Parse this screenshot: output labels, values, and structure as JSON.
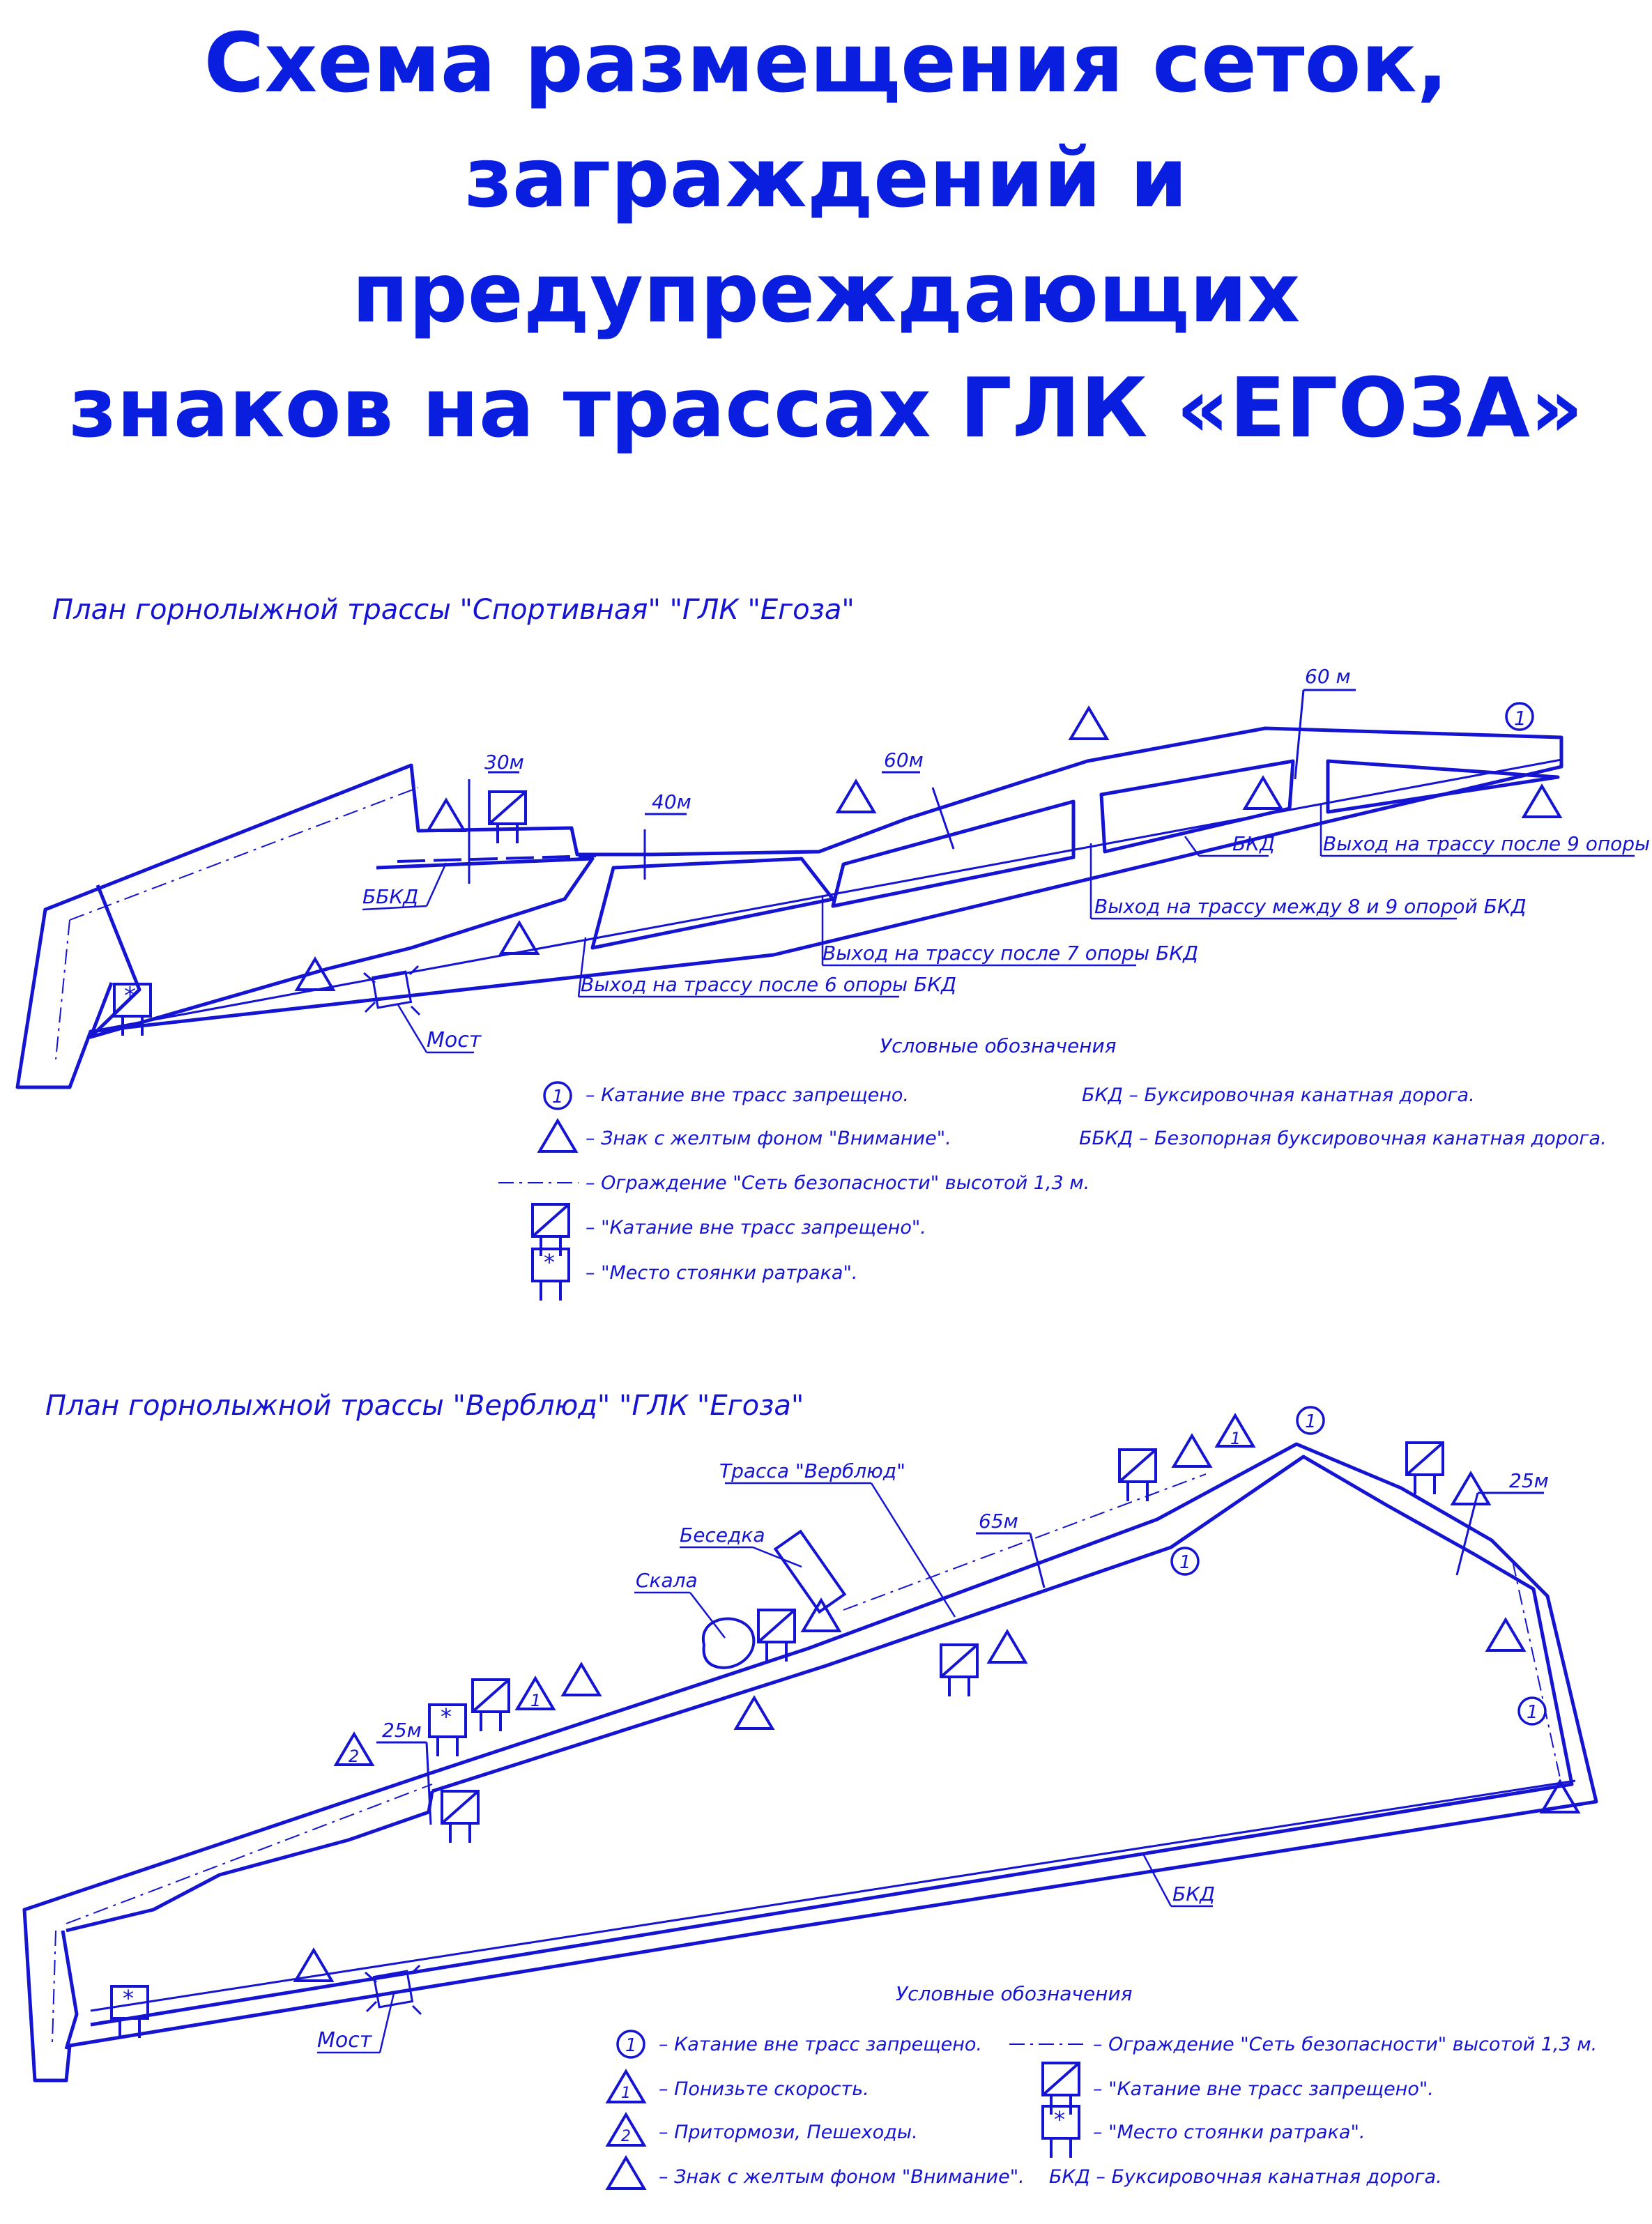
{
  "title": {
    "line1": "Схема размещения сеток,",
    "line2": "заграждений и предупреждающих",
    "line3": "знаков на трассах ГЛК «ЕГОЗА»"
  },
  "colors": {
    "title": "#0a1ee0",
    "drawing": "#1414d2",
    "background": "#ffffff"
  },
  "plan1": {
    "heading": "План горнолыжной трассы \"Спортивная\" \"ГЛК \"Егоза\"",
    "dims": {
      "d30": "30м",
      "d40": "40м",
      "d60a": "60м",
      "d60b": "60 м"
    },
    "labels": {
      "bbkd": "ББКД",
      "bkd": "БКД",
      "bridge": "Мост",
      "exit6": "Выход на трассу после 6 опоры БКД",
      "exit7": "Выход на трассу после 7 опоры БКД",
      "exit89": "Выход на трассу между 8 и 9 опорой БКД",
      "exit9": "Выход на трассу после 9 опоры БКД"
    },
    "legend": {
      "title": "Условные обозначения",
      "item1": "– Катание вне трасс запрещено.",
      "item2": "– Знак с желтым фоном \"Внимание\".",
      "item3": "– Ограждение \"Сеть безопасности\" высотой 1,3 м.",
      "item4": "– \"Катание вне трасс запрещено\".",
      "item5": "– \"Место стоянки ратрака\".",
      "bkd": "БКД  – Буксировочная канатная дорога.",
      "bbkd": "ББКД  – Безопорная буксировочная канатная дорога."
    }
  },
  "plan2": {
    "heading": "План горнолыжной трассы \"Верблюд\" \"ГЛК \"Егоза\"",
    "dims": {
      "d25a": "25м",
      "d65": "65м",
      "d25b": "25м"
    },
    "labels": {
      "trail": "Трасса \"Верблюд\"",
      "gazebo": "Беседка",
      "rock": "Скала",
      "bkd": "БКД",
      "bridge": "Мост"
    },
    "legend": {
      "title": "Условные обозначения",
      "item1": "– Катание вне трасс запрещено.",
      "item2": "– Понизьте скорость.",
      "item3": "– Притормози, Пешеходы.",
      "item4": "– Знак с желтым фоном \"Внимание\".",
      "item5": "– Ограждение \"Сеть безопасности\" высотой 1,3 м.",
      "item6": "– \"Катание вне трасс запрещено\".",
      "item7": "– \"Место стоянки ратрака\".",
      "bkd": "БКД  – Буксировочная канатная дорога."
    }
  },
  "sign_numbers": {
    "one": "1",
    "two": "2",
    "star": "*"
  }
}
